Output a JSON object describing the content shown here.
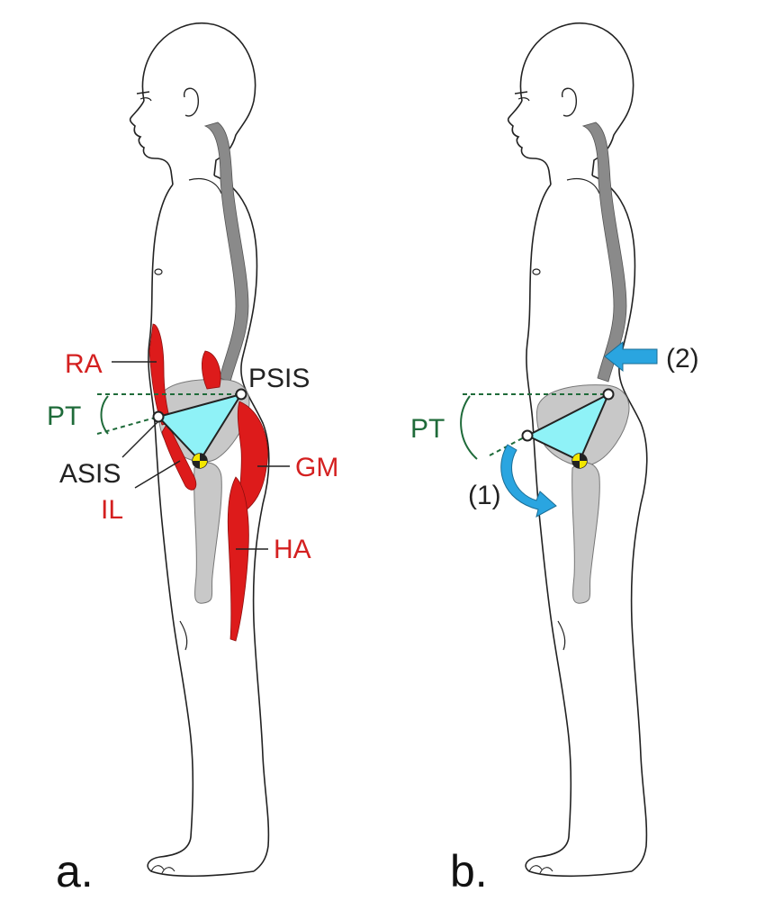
{
  "panels": [
    {
      "id": "a",
      "caption": "a.",
      "labels": {
        "RA": "RA",
        "PSIS": "PSIS",
        "PT": "PT",
        "ASIS": "ASIS",
        "IL": "IL",
        "GM": "GM",
        "HA": "HA"
      }
    },
    {
      "id": "b",
      "caption": "b.",
      "labels": {
        "PT": "PT",
        "arrow1": "(1)",
        "arrow2": "(2)"
      }
    }
  ],
  "colors": {
    "outline": "#222222",
    "spine": "#8a8a8a",
    "bone": "#c8c8c8",
    "muscle": "#dd1b1b",
    "muscle_label": "#d42020",
    "pelvis_triangle": "#8ff2f7",
    "tilt": "#1f6b3a",
    "arrow": "#2aa5e0",
    "com_yellow": "#f2e600"
  },
  "icons": {
    "center_of_mass": "center-of-mass-icon",
    "rotation_arrow": "curved-arrow-icon",
    "push_arrow": "push-arrow-icon"
  }
}
